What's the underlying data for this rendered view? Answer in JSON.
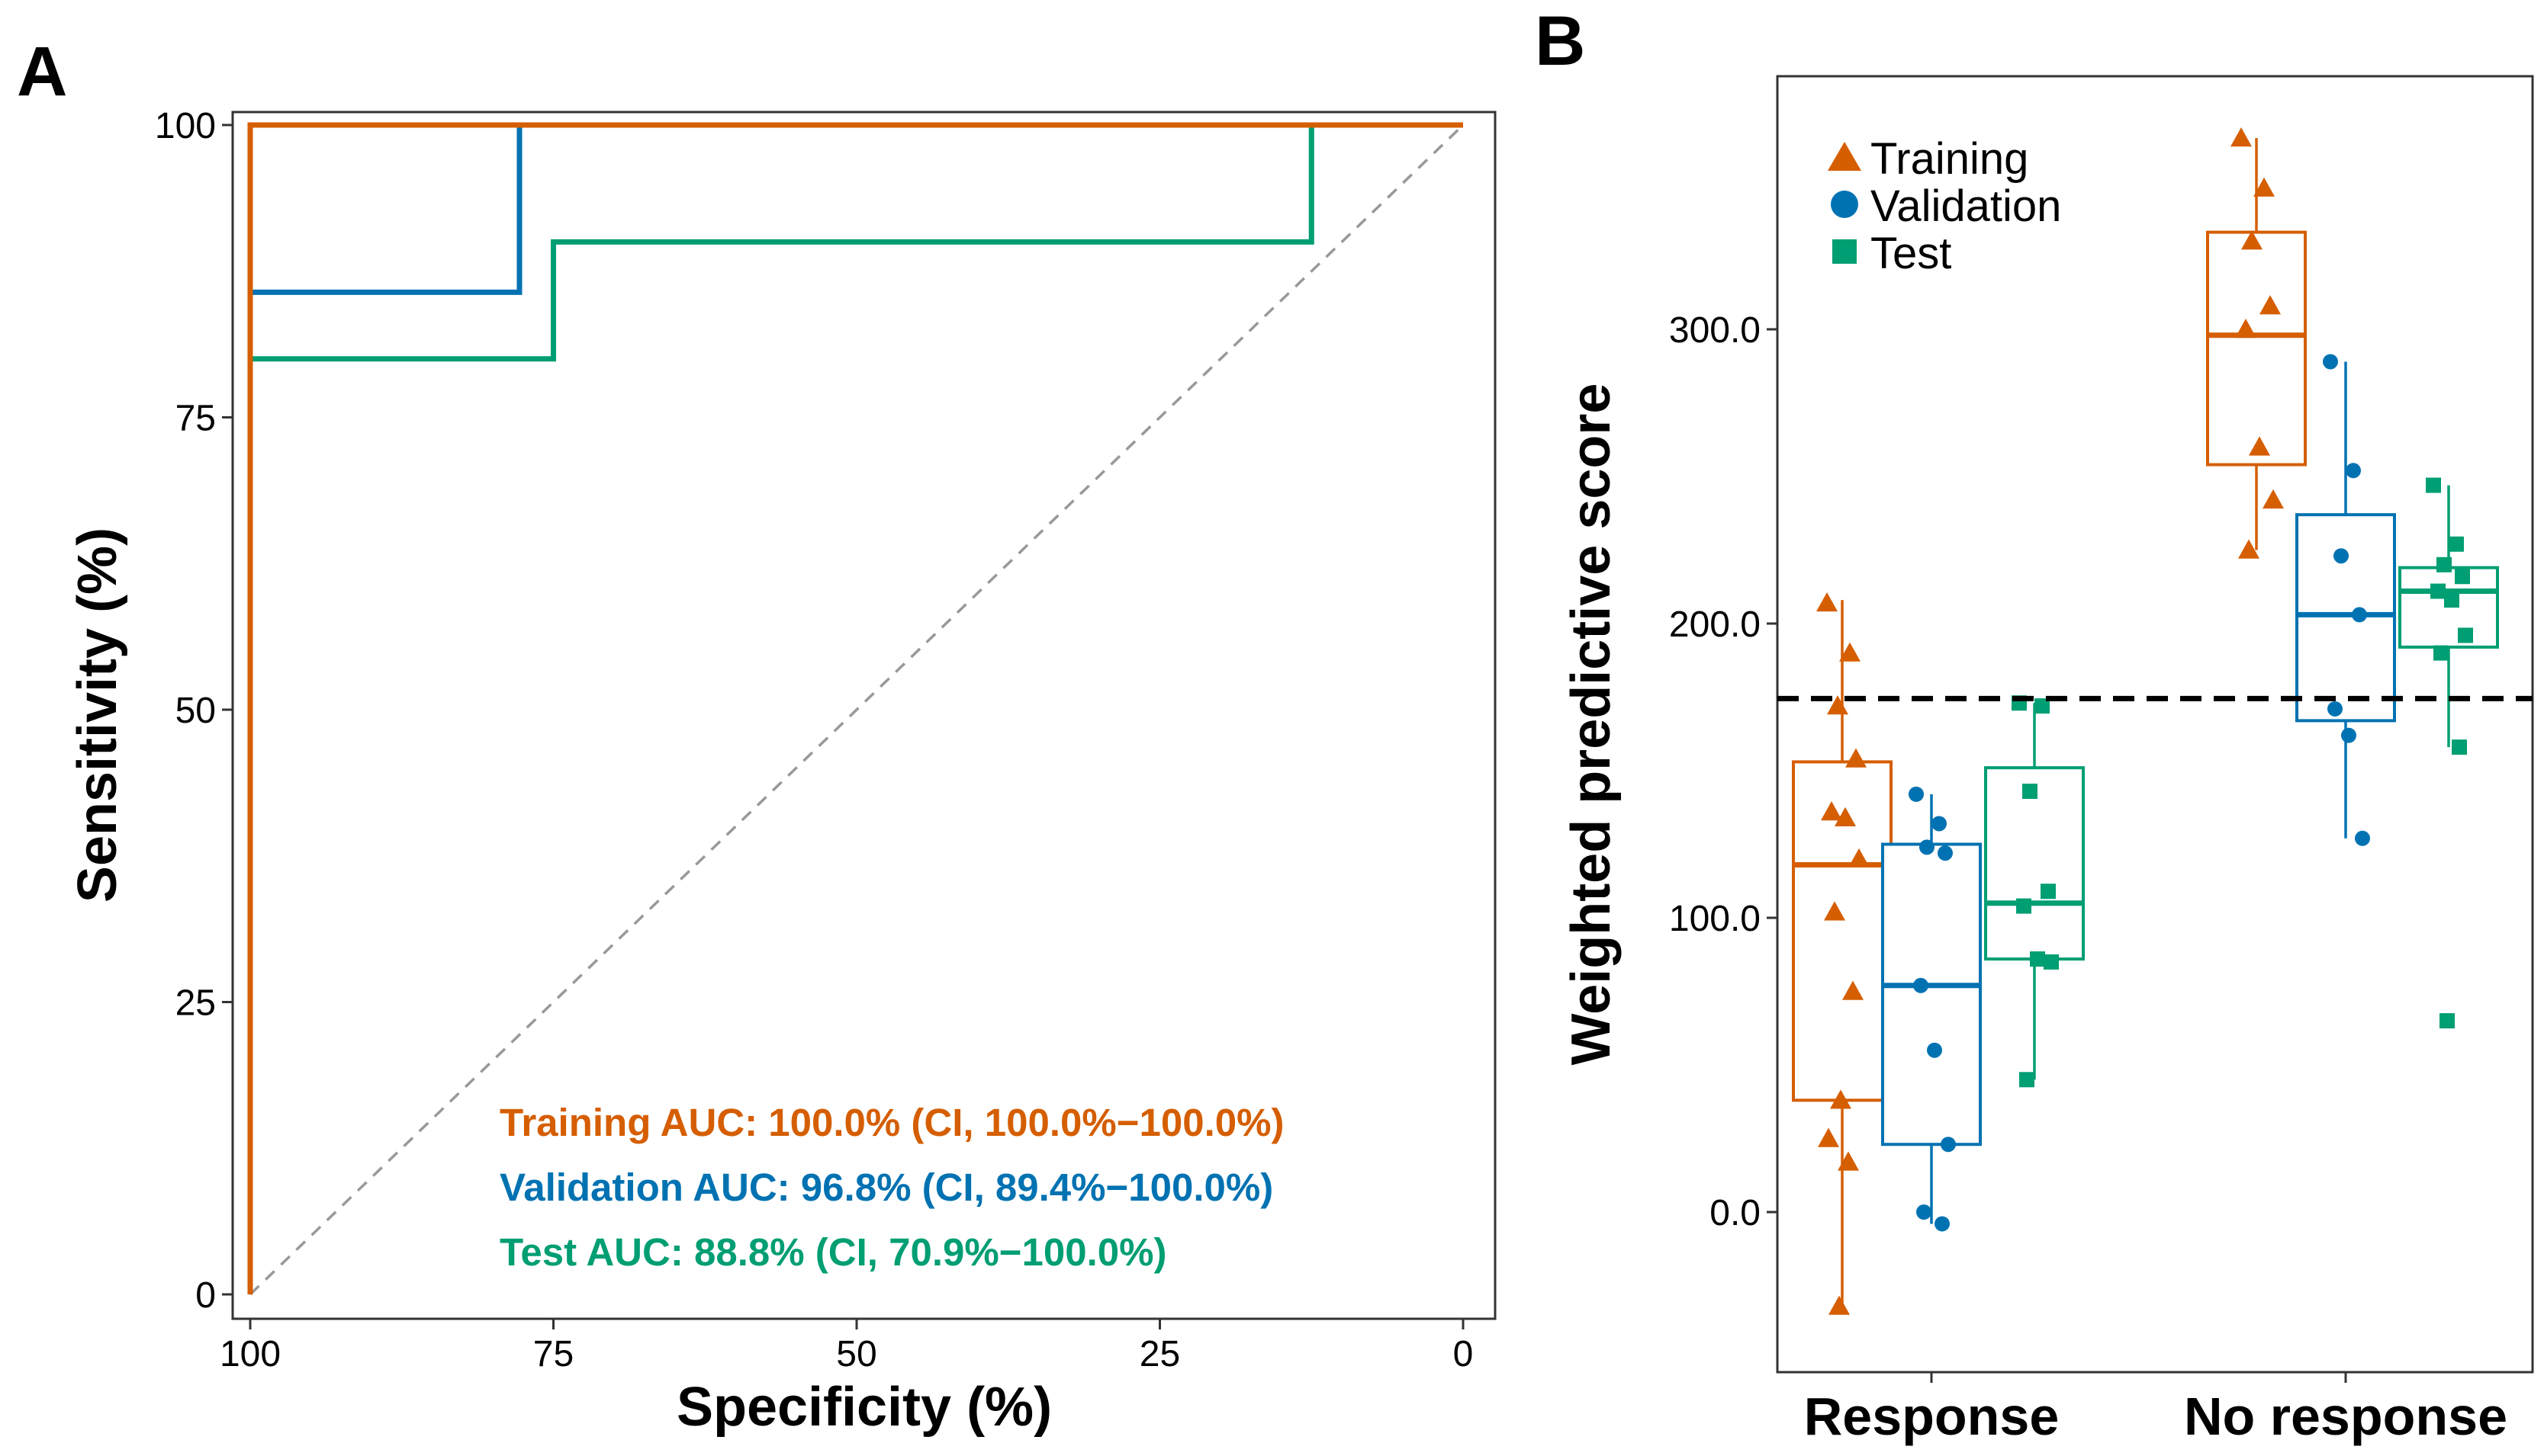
{
  "colors": {
    "training": "#D55E00",
    "validation": "#0072B2",
    "test": "#009E73",
    "reference_line": "#999999",
    "threshold_line": "#000000"
  },
  "panel_a": {
    "label": "A"
  },
  "panel_b": {
    "label": "B"
  },
  "chart_data": [
    {
      "type": "line",
      "panel": "A",
      "xlabel": "Specificity (%)",
      "ylabel": "Sensitivity (%)",
      "xlim": [
        100,
        0
      ],
      "ylim": [
        0,
        100
      ],
      "x_reversed": true,
      "xticks": [
        100,
        75,
        50,
        25,
        0
      ],
      "yticks": [
        0,
        25,
        50,
        75,
        100
      ],
      "grid": false,
      "reference_line": "diagonal dashed",
      "series": [
        {
          "key": "training",
          "name": "Training",
          "points": [
            [
              100,
              0
            ],
            [
              100,
              100
            ],
            [
              0,
              100
            ]
          ],
          "label": "Training AUC: 100.0% (CI, 100.0%−100.0%)"
        },
        {
          "key": "validation",
          "name": "Validation",
          "points": [
            [
              100,
              0
            ],
            [
              100,
              85.7
            ],
            [
              77.8,
              85.7
            ],
            [
              77.8,
              100
            ],
            [
              0,
              100
            ]
          ],
          "label": "Validation AUC: 96.8% (CI, 89.4%−100.0%)"
        },
        {
          "key": "test",
          "name": "Test",
          "points": [
            [
              100,
              0
            ],
            [
              100,
              80
            ],
            [
              75,
              80
            ],
            [
              75,
              90
            ],
            [
              12.5,
              90
            ],
            [
              12.5,
              100
            ],
            [
              0,
              100
            ]
          ],
          "label": "Test AUC: 88.8% (CI, 70.9%−100.0%)"
        }
      ]
    },
    {
      "type": "box",
      "panel": "B",
      "ylabel": "Weighted predictive score",
      "ylim": [
        -40,
        380
      ],
      "yticks": [
        "0.0",
        "100.0",
        "200.0",
        "300.0"
      ],
      "categories": [
        "Response",
        "No response"
      ],
      "threshold": 174.5,
      "legend_position": "top-left",
      "series": [
        {
          "key": "training",
          "name": "Training",
          "marker": "triangle",
          "boxes": [
            {
              "category": "Response",
              "whisker_low": -32,
              "q1": 38,
              "median": 118,
              "q3": 153,
              "whisker_high": 208
            },
            {
              "category": "No response",
              "whisker_low": 225,
              "q1": 254,
              "median": 298,
              "q3": 333,
              "whisker_high": 365
            }
          ],
          "points": [
            {
              "category": "Response",
              "values": [
                207,
                190,
                172,
                154,
                136,
                134,
                120,
                102,
                75,
                38,
                25,
                17,
                -32
              ]
            },
            {
              "category": "No response",
              "values": [
                365,
                348,
                330,
                308,
                300,
                260,
                242,
                225
              ]
            }
          ]
        },
        {
          "key": "validation",
          "name": "Validation",
          "marker": "circle",
          "boxes": [
            {
              "category": "Response",
              "whisker_low": -4,
              "q1": 23,
              "median": 77,
              "q3": 125,
              "whisker_high": 142
            },
            {
              "category": "No response",
              "whisker_low": 127,
              "q1": 167,
              "median": 203,
              "q3": 237,
              "whisker_high": 289
            }
          ],
          "points": [
            {
              "category": "Response",
              "values": [
                142,
                132,
                124,
                122,
                77,
                55,
                23,
                0,
                -4
              ]
            },
            {
              "category": "No response",
              "values": [
                289,
                252,
                223,
                203,
                171,
                162,
                127
              ]
            }
          ]
        },
        {
          "key": "test",
          "name": "Test",
          "marker": "square",
          "boxes": [
            {
              "category": "Response",
              "whisker_low": 45,
              "q1": 86,
              "median": 105,
              "q3": 151,
              "whisker_high": 173
            },
            {
              "category": "No response",
              "whisker_low": 158,
              "q1": 192,
              "median": 211,
              "q3": 219,
              "whisker_high": 247
            }
          ],
          "points": [
            {
              "category": "Response",
              "values": [
                173,
                172,
                143,
                109,
                104,
                86,
                85,
                45
              ]
            },
            {
              "category": "No response",
              "values": [
                247,
                227,
                220,
                216,
                211,
                208,
                196,
                190,
                158,
                65
              ]
            }
          ]
        }
      ]
    }
  ]
}
